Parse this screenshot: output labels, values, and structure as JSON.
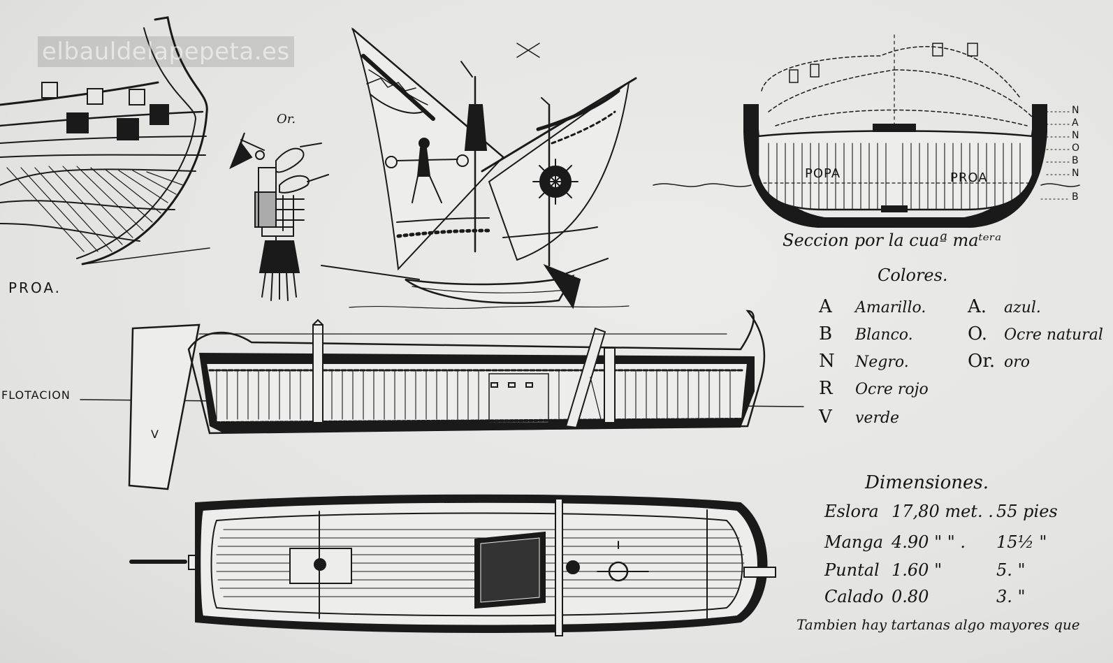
{
  "watermark": "elbauldelapepeta.es",
  "labels": {
    "proa_detail": "PROA.",
    "oro_mark": "Or.",
    "flotacion": "FLOTACION",
    "rudder_mark": "V",
    "popa_section": "POPA",
    "proa_section": "PROA",
    "section_caption": "Seccion por la cuaª maᵗᵉʳᵃ"
  },
  "section_letters": [
    "N",
    "A",
    "N",
    "O",
    "B",
    "N",
    "B"
  ],
  "colores": {
    "title": "Colores.",
    "left": [
      {
        "code": "A",
        "name": "Amarillo."
      },
      {
        "code": "B",
        "name": "Blanco."
      },
      {
        "code": "N",
        "name": "Negro."
      },
      {
        "code": "R",
        "name": "Ocre rojo"
      },
      {
        "code": "V",
        "name": "verde"
      }
    ],
    "right": [
      {
        "code": "A.",
        "name": "azul."
      },
      {
        "code": "O.",
        "name": "Ocre natural"
      },
      {
        "code": "Or.",
        "name": "oro"
      }
    ]
  },
  "dimensiones": {
    "title": "Dimensiones.",
    "rows": [
      {
        "name": "Eslora",
        "metric": "17,80 met. .",
        "feet": "55 pies"
      },
      {
        "name": "Manga",
        "metric": "4.90 \" \" .",
        "feet": "15½ \""
      },
      {
        "name": "Puntal",
        "metric": "1.60 \"",
        "feet": "5. \""
      },
      {
        "name": "Calado",
        "metric": "0.80",
        "feet": "3. \""
      }
    ],
    "note": "Tambien hay tartanas algo mayores que"
  }
}
